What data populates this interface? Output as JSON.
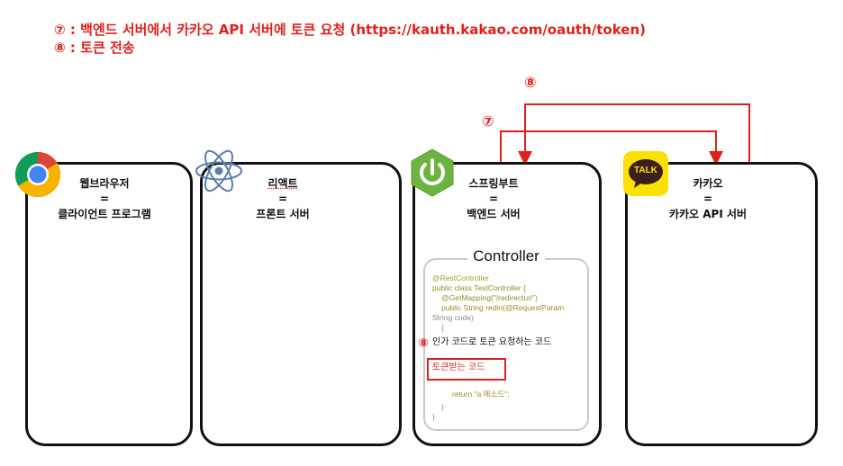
{
  "header": {
    "line1": "⑦ : 백엔드 서버에서 카카오 API 서버에 토큰 요청 (https://kauth.kakao.com/oauth/token)",
    "line2": "⑧ : 토큰 전송"
  },
  "boxes": {
    "browser": {
      "line1": "웹브라우저",
      "line2": "=",
      "line3": "클라이언트 프로그램"
    },
    "react": {
      "line1": "리액트",
      "line2": "=",
      "line3": "프론트 서버"
    },
    "spring": {
      "line1": "스프링부트",
      "line2": "=",
      "line3": "백엔드 서버"
    },
    "kakao": {
      "line1": "카카오",
      "line2": "=",
      "line3": "카카오 API 서버",
      "logo_text": "TALK"
    }
  },
  "arrows": {
    "step7": "⑦",
    "step8": "⑧"
  },
  "controller": {
    "title": "Controller",
    "code_lines": [
      "@RestController",
      "public class TestController {",
      "@GetMapping(\"/redirecturi\")",
      "public String rediri(@RequestParam",
      "String code)",
      "{"
    ],
    "marker": "⑧",
    "comment": "인가 코드로 토큰 요청하는 코드",
    "highlight": "토큰받는 코드",
    "return_line": "return \"a 메소드\";",
    "close1": "}",
    "close2": "}"
  },
  "colors": {
    "accent": "#e0201b",
    "spring": "#6db33f",
    "kakao": "#fae100",
    "react": "#5b7fa8"
  },
  "icons": [
    "chrome-icon",
    "react-icon",
    "spring-power-icon",
    "kakaotalk-icon"
  ]
}
